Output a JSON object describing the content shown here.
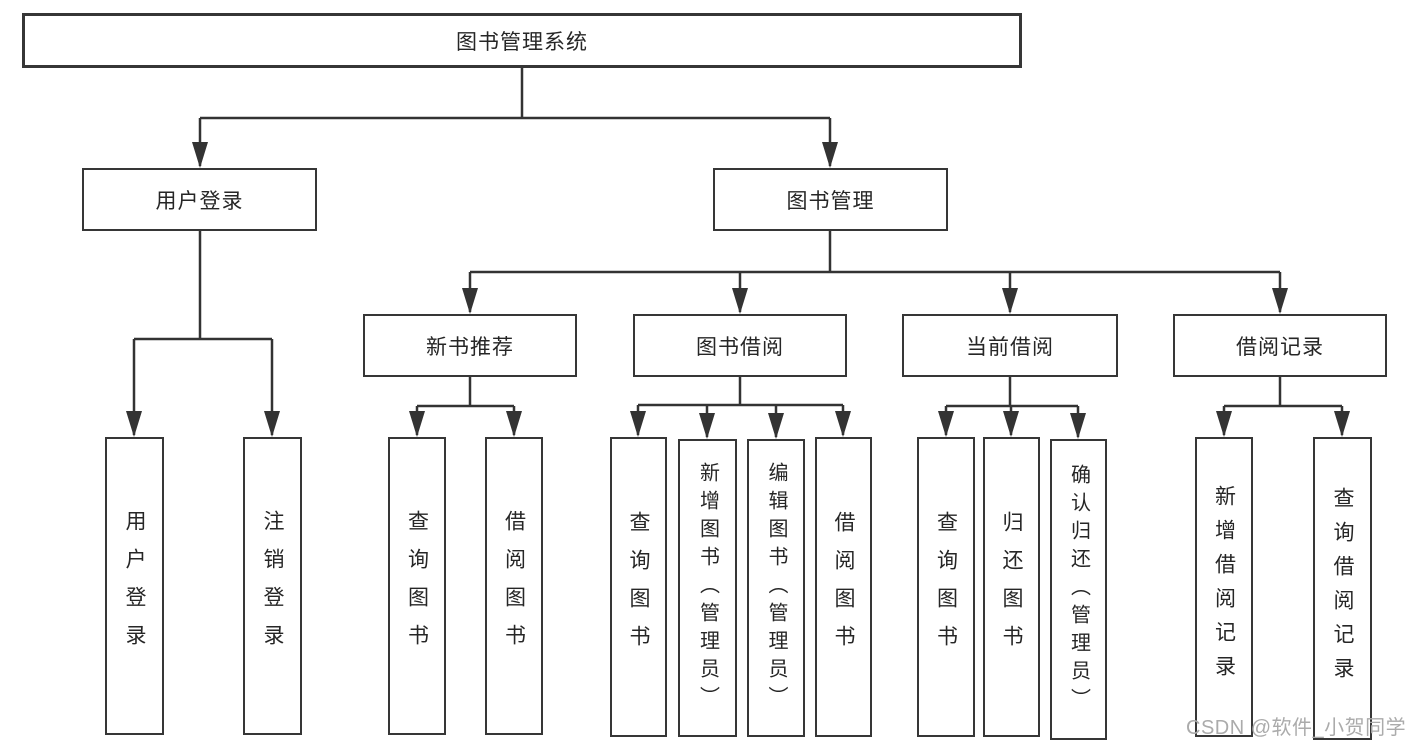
{
  "diagram": {
    "title": "图书管理系统",
    "level2": [
      {
        "label": "用户登录"
      },
      {
        "label": "图书管理"
      }
    ],
    "level3": [
      {
        "label": "新书推荐"
      },
      {
        "label": "图书借阅"
      },
      {
        "label": "当前借阅"
      },
      {
        "label": "借阅记录"
      }
    ],
    "leaves": {
      "user_login": [
        {
          "label": "用户登录"
        },
        {
          "label": "注销登录"
        }
      ],
      "new_book_recommend": [
        {
          "label": "查询图书"
        },
        {
          "label": "借阅图书"
        }
      ],
      "book_borrow": [
        {
          "label": "查询图书"
        },
        {
          "label": "新增图书（管理员）"
        },
        {
          "label": "编辑图书（管理员）"
        },
        {
          "label": "借阅图书"
        }
      ],
      "current_borrow": [
        {
          "label": "查询图书"
        },
        {
          "label": "归还图书"
        },
        {
          "label": "确认归还（管理员）"
        }
      ],
      "borrow_records": [
        {
          "label": "新增借阅记录"
        },
        {
          "label": "查询借阅记录"
        }
      ]
    }
  },
  "watermark": {
    "text": "CSDN @软件_小贺同学",
    "color": "#ababab"
  },
  "colors": {
    "line": "#333333",
    "box_border": "#363636",
    "text": "#262626",
    "background": "#ffffff"
  }
}
